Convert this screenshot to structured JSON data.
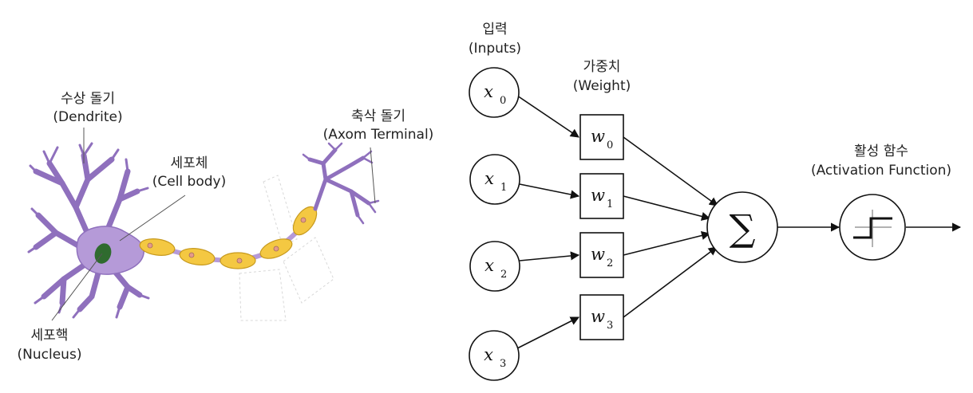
{
  "neuron": {
    "dendrite_ko": "수상 돌기",
    "dendrite_en": "(Dendrite)",
    "cellbody_ko": "세포체",
    "cellbody_en": "(Cell body)",
    "axon_ko": "축삭 돌기",
    "axon_en": "(Axom Terminal)",
    "nucleus_ko": "세포핵",
    "nucleus_en": "(Nucleus)",
    "colors": {
      "cell": "#b59ad8",
      "cell_stroke": "#8f70bd",
      "nucleus": "#2f6b2f",
      "myelin": "#f4c842",
      "myelin_stroke": "#c79a1e",
      "node": "#e59a8a"
    }
  },
  "perceptron": {
    "inputs_ko": "입력",
    "inputs_en": "(Inputs)",
    "weights_ko": "가중치",
    "weights_en": "(Weight)",
    "activation_ko": "활성 함수",
    "activation_en": "(Activation Function)",
    "sum_symbol": "∑",
    "inputs": [
      {
        "var": "x",
        "sub": "0"
      },
      {
        "var": "x",
        "sub": "1"
      },
      {
        "var": "x",
        "sub": "2"
      },
      {
        "var": "x",
        "sub": "3"
      }
    ],
    "weights": [
      {
        "var": "w",
        "sub": "0"
      },
      {
        "var": "w",
        "sub": "1"
      },
      {
        "var": "w",
        "sub": "2"
      },
      {
        "var": "w",
        "sub": "3"
      }
    ]
  }
}
